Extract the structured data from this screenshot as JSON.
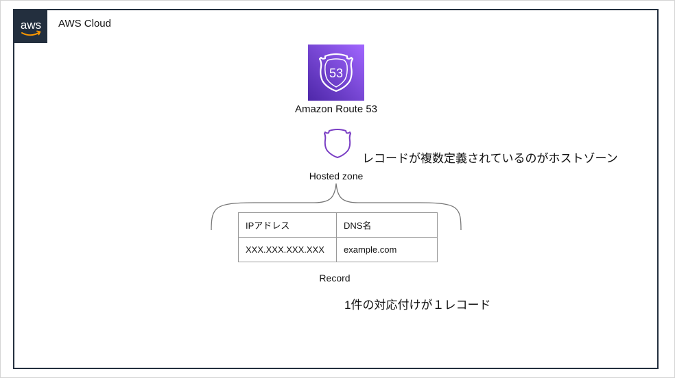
{
  "cloud": {
    "title": "AWS Cloud",
    "logo_text": "aws",
    "logo_icon": "aws-logo-icon"
  },
  "service": {
    "name": "Amazon Route 53",
    "icon": "route53-icon",
    "icon_text": "53",
    "icon_color": "#8c4fff"
  },
  "hosted_zone": {
    "label": "Hosted zone",
    "icon": "hosted-zone-icon",
    "icon_color": "#7a3ec4",
    "annotation": "レコードが複数定義されているのがホストゾーン"
  },
  "record_table": {
    "headers": [
      "IPアドレス",
      "DNS名"
    ],
    "rows": [
      [
        "XXX.XXX.XXX.XXX",
        "example.com"
      ]
    ]
  },
  "record": {
    "label": "Record",
    "annotation": "1件の対応付けが１レコード"
  }
}
